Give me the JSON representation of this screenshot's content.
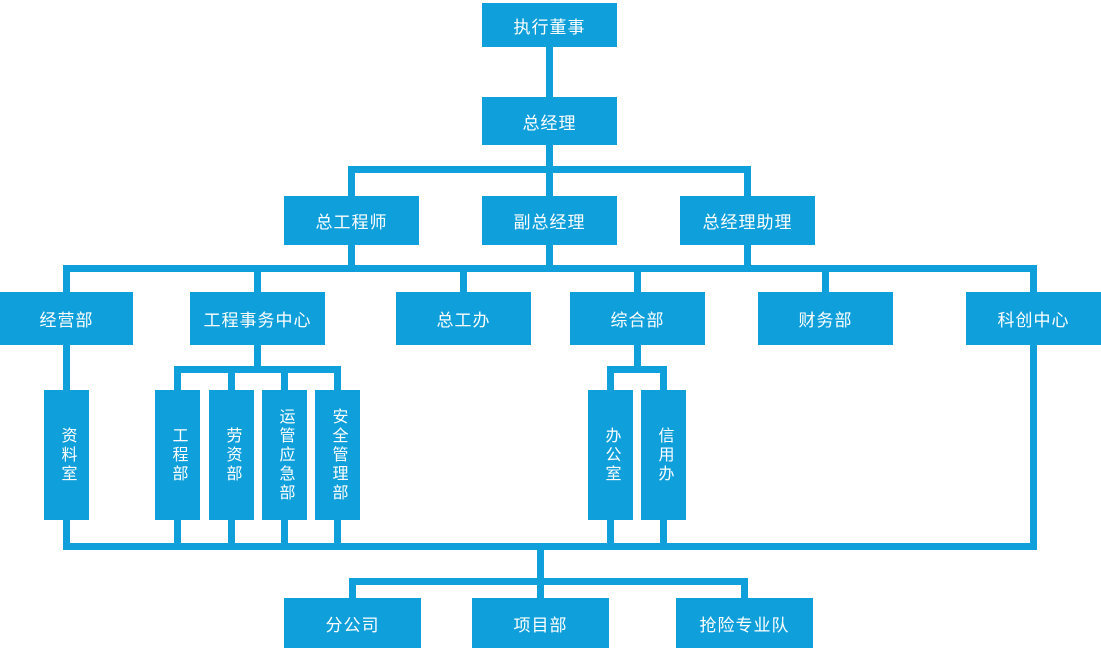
{
  "colors": {
    "accent": "#0f9fdb",
    "node_text": "#ffffff",
    "background": "#ffffff"
  },
  "diagram_type": "org-chart",
  "nodes": {
    "executive_director": "执行董事",
    "general_manager": "总经理",
    "chief_engineer": "总工程师",
    "deputy_general_manager": "副总经理",
    "gm_assistant": "总经理助理",
    "business_dept": "经营部",
    "engineering_affairs_center": "工程事务中心",
    "chief_engineer_office": "总工办",
    "general_affairs_dept": "综合部",
    "finance_dept": "财务部",
    "sci_tech_innovation_center": "科创中心",
    "archives_room": "资料室",
    "engineering_dept": "工程部",
    "labor_wages_dept": "劳资部",
    "operation_mgmt_emergency_dept": "运管应急部",
    "safety_mgmt_dept": "安全管理部",
    "office": "办公室",
    "credit_office": "信用办",
    "branch_company": "分公司",
    "project_dept": "项目部",
    "emergency_rescue_team": "抢险专业队"
  },
  "hierarchy": {
    "executive_director": [
      "general_manager"
    ],
    "general_manager": [
      "chief_engineer",
      "deputy_general_manager",
      "gm_assistant"
    ],
    "level3_to_level4": [
      "business_dept",
      "engineering_affairs_center",
      "chief_engineer_office",
      "general_affairs_dept",
      "finance_dept",
      "sci_tech_innovation_center"
    ],
    "business_dept": [
      "archives_room"
    ],
    "engineering_affairs_center": [
      "engineering_dept",
      "labor_wages_dept",
      "operation_mgmt_emergency_dept",
      "safety_mgmt_dept"
    ],
    "general_affairs_dept": [
      "office",
      "credit_office"
    ],
    "bottom_bus_children": [
      "branch_company",
      "project_dept",
      "emergency_rescue_team"
    ]
  }
}
